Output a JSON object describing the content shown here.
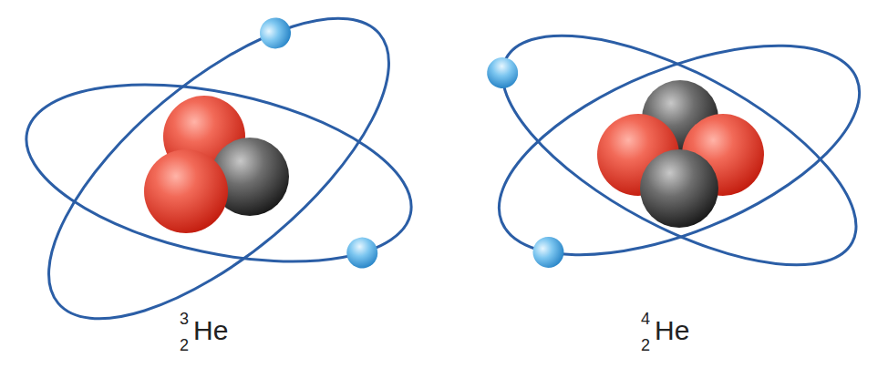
{
  "diagram": {
    "labels": [
      "3",
      "2",
      "He",
      "4",
      "2",
      "He"
    ]
  }
}
